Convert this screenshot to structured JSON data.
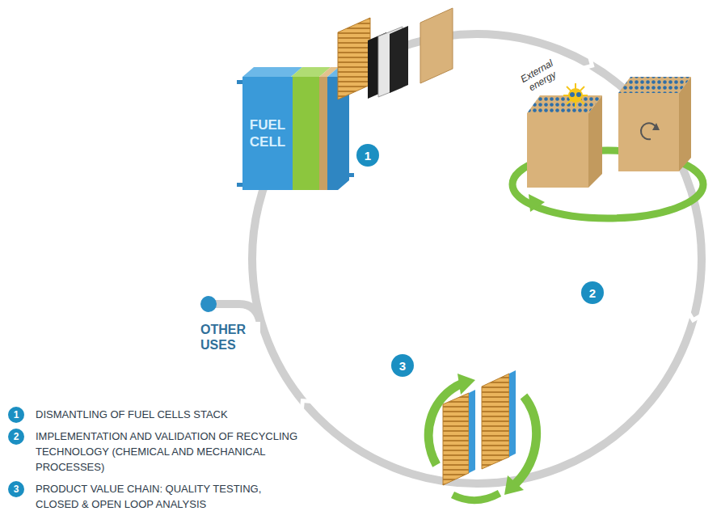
{
  "diagram": {
    "nodes": [
      {
        "text": [
          "FUEL CELL"
        ]
      },
      {
        "text": [
          "1"
        ]
      },
      {
        "text": [
          "2"
        ]
      },
      {
        "text": [
          "3"
        ]
      },
      {
        "text": [
          "1"
        ]
      },
      {
        "text": [
          "2"
        ]
      },
      {
        "text": [
          "3"
        ]
      }
    ],
    "labels": [
      "External energy",
      "OTHER USES",
      "DISMANTLING OF FUEL CELLS STACK",
      "IMPLEMENTATION AND VALIDATION OF RECYCLING TECHNOLOGY (CHEMICAL AND MECHANICAL PROCESSES)",
      "PRODUCT VALUE CHAIN: QUALITY TESTING, CLOSED & OPEN LOOP ANALYSIS"
    ]
  }
}
